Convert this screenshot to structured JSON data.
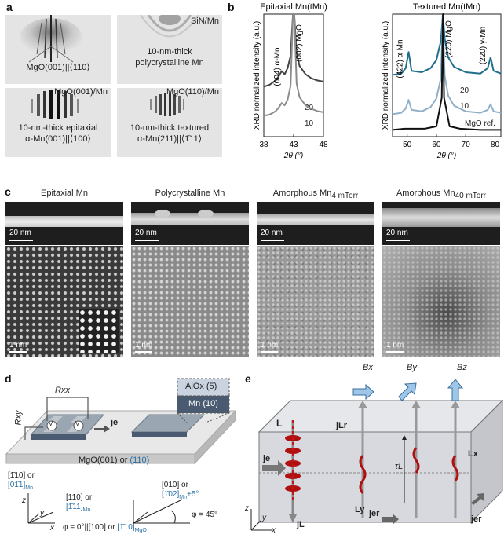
{
  "panel_labels": {
    "a": "a",
    "b": "b",
    "c": "c",
    "d": "d",
    "e": "e"
  },
  "panel_a": {
    "rheed": [
      {
        "corner": "",
        "caption": "MgO(001)||⟨110⟩"
      },
      {
        "corner": "SiN/Mn",
        "caption_l1": "10-nm-thick",
        "caption_l2": "polycrystalline Mn"
      },
      {
        "corner": "MgO(001)/Mn",
        "caption_l1": "10-nm-thick epitaxial",
        "caption_l2": "α-Mn(001)||⟨100⟩"
      },
      {
        "corner": "MgO(110)/Mn",
        "caption_l1": "10-nm-thick textured",
        "caption_l2": "α-Mn(211)||⟨1̄11⟩"
      }
    ]
  },
  "chart_data": [
    {
      "type": "line",
      "title": "Epitaxial Mn(tMn)",
      "xlabel": "2θ (°)",
      "ylabel": "XRD normalized intensity (a.u.)",
      "xticks": [
        "38",
        "43",
        "48"
      ],
      "xlim": [
        38,
        48
      ],
      "annotations": [
        "(004) α-Mn",
        "(002) MgO"
      ],
      "series": [
        {
          "name": "20",
          "color": "#444444",
          "x": [
            38,
            39,
            40,
            40.5,
            41,
            41.5,
            42,
            42.5,
            42.9,
            43.1,
            43.5,
            44,
            45,
            46,
            47,
            48
          ],
          "y": [
            0.3,
            0.32,
            0.36,
            0.4,
            0.45,
            0.42,
            0.48,
            0.6,
            1.0,
            1.0,
            0.62,
            0.5,
            0.42,
            0.38,
            0.36,
            0.35
          ]
        },
        {
          "name": "10",
          "color": "#8c8c8c",
          "x": [
            38,
            39,
            40,
            40.5,
            41,
            41.5,
            42,
            42.5,
            42.9,
            43.1,
            43.5,
            44,
            45,
            46,
            47,
            48
          ],
          "y": [
            0.12,
            0.13,
            0.16,
            0.19,
            0.23,
            0.21,
            0.26,
            0.38,
            1.0,
            1.0,
            0.4,
            0.28,
            0.21,
            0.18,
            0.16,
            0.15
          ]
        }
      ]
    },
    {
      "type": "line",
      "title": "Textured Mn(tMn)",
      "xlabel": "2θ (°)",
      "ylabel": "XRD normalized intensity (a.u.)",
      "xticks": [
        "50",
        "60",
        "70",
        "80"
      ],
      "xlim": [
        45,
        82
      ],
      "annotations": [
        "(422) α-Mn",
        "(220) MgO",
        "(220) γ-Mn",
        "MgO ref."
      ],
      "series": [
        {
          "name": "20",
          "color": "#1f6e8c",
          "x": [
            45,
            48,
            49.5,
            50.5,
            51.5,
            55,
            58,
            60,
            61.5,
            62.2,
            62.8,
            64,
            66,
            70,
            75,
            77.5,
            78.5,
            79.5,
            82
          ],
          "y": [
            0.55,
            0.56,
            0.6,
            0.72,
            0.58,
            0.57,
            0.6,
            0.66,
            0.8,
            1.0,
            0.82,
            0.68,
            0.61,
            0.57,
            0.56,
            0.6,
            0.68,
            0.58,
            0.56
          ]
        },
        {
          "name": "10",
          "color": "#8fb0c8",
          "x": [
            45,
            48,
            49.5,
            50.5,
            51.5,
            55,
            58,
            60,
            61.5,
            62.2,
            62.8,
            64,
            66,
            70,
            75,
            77.5,
            78.5,
            79.5,
            82
          ],
          "y": [
            0.3,
            0.31,
            0.34,
            0.4,
            0.33,
            0.32,
            0.35,
            0.41,
            0.55,
            1.0,
            0.57,
            0.43,
            0.36,
            0.32,
            0.31,
            0.33,
            0.37,
            0.32,
            0.31
          ]
        },
        {
          "name": "MgO ref.",
          "color": "#111111",
          "x": [
            45,
            49,
            50.5,
            52,
            56,
            60,
            61.8,
            62.2,
            62.6,
            64.5,
            68,
            75,
            82
          ],
          "y": [
            0.03,
            0.04,
            0.04,
            0.04,
            0.04,
            0.06,
            0.3,
            1.0,
            0.3,
            0.06,
            0.04,
            0.03,
            0.03
          ]
        }
      ]
    }
  ],
  "panel_c": {
    "titles": [
      "Epitaxial Mn",
      "Polycrystalline Mn",
      "Amorphous Mn",
      "Amorphous Mn"
    ],
    "subscripts": [
      "",
      "",
      "4 mTorr",
      "40 mTorr"
    ],
    "scale_top": "20 nm",
    "scale_bottom": "1 nm"
  },
  "panel_d": {
    "alox": "AlOx (5)",
    "mn": "Mn (10)",
    "rxx": "Rxx",
    "rxy": "Rxy",
    "v1": "V",
    "v2": "V",
    "je": "je",
    "substrate": "MgO(001) or",
    "substrate_alt": "(110)",
    "axis1_top": "[1̄10] or",
    "axis1_alt": "[01̄1]",
    "axis1_sub": "Mn",
    "axis2_a": "[110] or",
    "axis2_b": "[1̄11]",
    "axis2_sub": "Mn",
    "phi0": "φ = 0°||[100] or",
    "phi0_alt": "[1̄10]",
    "phi0_sub": "MgO",
    "axis3_a": "[010] or",
    "axis3_b": "[1̄02]",
    "axis3_sub": "Mn",
    "axis3_c": "+5°",
    "phi45": "φ = 45°",
    "x": "x",
    "y": "y",
    "z": "z"
  },
  "panel_e": {
    "L": "L",
    "je": "je",
    "jL": "jL",
    "jLr": "jLr",
    "jer": "jer",
    "jer2": "jer",
    "Ly": "Ly",
    "Lx": "Lx",
    "tauL": "τL",
    "Bx": "Bx",
    "By": "By",
    "Bz": "Bz",
    "x": "x",
    "y": "y",
    "z": "z"
  }
}
